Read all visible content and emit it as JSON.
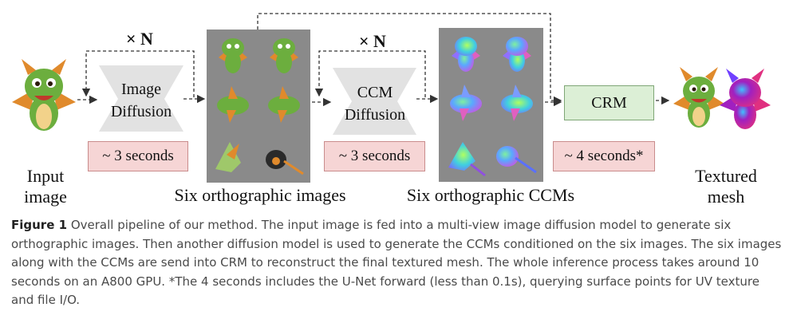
{
  "figure": {
    "input_label": [
      "Input",
      "image"
    ],
    "output_label": [
      "Textured",
      "mesh"
    ],
    "repeat_label_1": "× N",
    "repeat_label_2": "× N",
    "image_diffusion": [
      "Image",
      "Diffusion"
    ],
    "ccm_diffusion": [
      "CCM",
      "Diffusion"
    ],
    "crm_label": "CRM",
    "time_1": "~ 3 seconds",
    "time_2": "~ 3 seconds",
    "time_3": "~ 4 seconds*",
    "images_label": "Six orthographic images",
    "ccms_label": "Six orthographic CCMs",
    "colors": {
      "time_box": "#f6d5d5",
      "crm_box": "#dcefd6",
      "diffusion_block": "#e2e2e2",
      "panel_bg": "#8a8a8a",
      "dragon_green": "#6cae3e",
      "dragon_orange": "#e08a2c"
    }
  },
  "caption": {
    "label": "Figure 1",
    "text": " Overall pipeline of our method. The input image is fed into a multi-view image diffusion model to generate six orthographic images. Then another diffusion model is used to generate the CCMs conditioned on the six images. The six images along with the CCMs are send into CRM to reconstruct the final textured mesh. The whole inference process takes around 10 seconds on an A800 GPU. *The 4 seconds includes the U-Net forward (less than 0.1s), querying surface points for UV texture and file I/O."
  }
}
